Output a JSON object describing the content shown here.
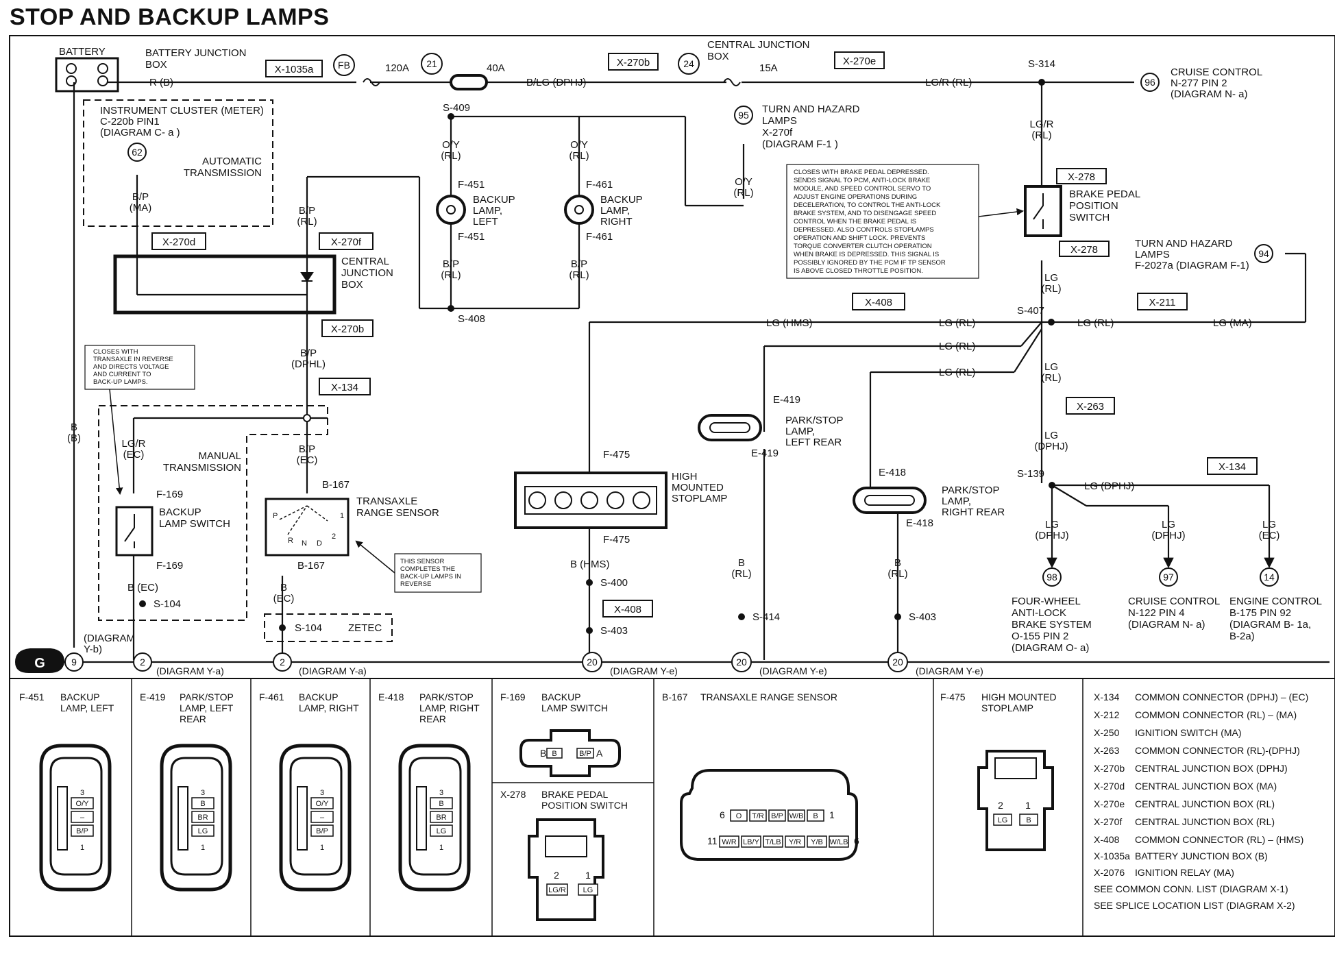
{
  "title": "STOP AND BACKUP LAMPS",
  "top": {
    "battery": "BATTERY",
    "battery_jb": [
      "BATTERY JUNCTION",
      "BOX"
    ],
    "x1035a": "X-1035a",
    "fb": "FB",
    "fuse120": "120A",
    "n21": "21",
    "fuse40": "40A",
    "wire_rb": "R (B)",
    "wire_blg": "B/LG (DPHJ)",
    "x270b_top": "X-270b",
    "n24": "24",
    "cjb": [
      "CENTRAL JUNCTION",
      "BOX"
    ],
    "fuse15": "15A",
    "x270e": "X-270e",
    "wire_lgr": "LG/R (RL)",
    "s314": "S-314",
    "n96": "96",
    "cruise_top": [
      "CRUISE CONTROL",
      "N-277 PIN 2",
      "(DIAGRAM N- a)"
    ]
  },
  "left": {
    "instrument": [
      "INSTRUMENT CLUSTER (METER)",
      "C-220b PIN1",
      "(DIAGRAM C- a )"
    ],
    "n62": "62",
    "automatic": [
      "AUTOMATIC",
      "TRANSMISSION"
    ],
    "bp_ma": [
      "B/P",
      "(MA)"
    ],
    "x270d": "X-270d",
    "bp_rl": [
      "B/P",
      "(RL)"
    ],
    "x270f": "X-270f",
    "cjb_mid": [
      "CENTRAL",
      "JUNCTION",
      "BOX"
    ],
    "x270b_mid": "X-270b",
    "bp_dphl": [
      "B/P",
      "(DPHL)"
    ],
    "x134": "X-134",
    "note_switch": [
      "CLOSES WITH",
      "TRANSAXLE IN REVERSE",
      "AND DIRECTS VOLTAGE",
      "AND CURRENT TO",
      "BACK-UP LAMPS."
    ],
    "lgr_ec": [
      "LG/R",
      "(EC)"
    ],
    "manual": [
      "MANUAL",
      "TRANSMISSION"
    ],
    "bp_ec": [
      "B/P",
      "(EC)"
    ],
    "f169": "F-169",
    "backup_switch": [
      "BACKUP",
      "LAMP SWITCH"
    ],
    "f169b": "F-169",
    "b_ec": "B (EC)",
    "s104": "S-104",
    "b167": "B-167",
    "trs": [
      "TRANSAXLE",
      "RANGE SENSOR"
    ],
    "trs_p": "P",
    "trs_r": "R",
    "trs_n": "N",
    "trs_d": "D",
    "trs_1": "1",
    "trs_2": "2",
    "b167b": "B-167",
    "note_sensor": [
      "THIS SENSOR",
      "COMPLETES THE",
      "BACK-UP LAMPS IN",
      "REVERSE"
    ],
    "b_ec2": [
      "B",
      "(EC)"
    ],
    "s104z": "S-104",
    "zetec": "ZETEC",
    "b_b": [
      "B",
      "(B)"
    ],
    "diag_yb": [
      "(DIAGRAM",
      "Y-b)"
    ]
  },
  "center": {
    "s409": "S-409",
    "oy1": [
      "O/Y",
      "(RL)"
    ],
    "oy2": [
      "O/Y",
      "(RL)"
    ],
    "f451": "F-451",
    "bl_left": [
      "BACKUP",
      "LAMP,",
      "LEFT"
    ],
    "f451b": "F-451",
    "f461": "F-461",
    "bl_right": [
      "BACKUP",
      "LAMP,",
      "RIGHT"
    ],
    "f461b": "F-461",
    "bp_rl1": [
      "B/P",
      "(RL)"
    ],
    "bp_rl2": [
      "B/P",
      "(RL)"
    ],
    "s408": "S-408",
    "n95": "95",
    "turn": [
      "TURN AND HAZARD",
      "LAMPS",
      "X-270f",
      "(DIAGRAM F-1 )"
    ],
    "oy3": [
      "O/Y",
      "(RL)"
    ],
    "note_brake": [
      "CLOSES WITH BRAKE PEDAL DEPRESSED.",
      "SENDS SIGNAL TO PCM, ANTI-LOCK BRAKE",
      "MODULE, AND SPEED CONTROL SERVO TO",
      "ADJUST ENGINE OPERATIONS DURING",
      "DECELERATION, TO CONTROL THE ANTI-LOCK",
      "BRAKE SYSTEM, AND TO DISENGAGE SPEED",
      "CONTROL WHEN THE BRAKE PEDAL IS",
      "DEPRESSED. ALSO CONTROLS STOPLAMPS",
      "OPERATION AND SHIFT LOCK. PREVENTS",
      "TORQUE CONVERTER CLUTCH OPERATION",
      "WHEN BRAKE IS DEPRESSED. THIS SIGNAL IS",
      "POSSIBLY IGNORED BY THE PCM IF TP SENSOR",
      "IS ABOVE CLOSED THROTTLE POSITION."
    ],
    "lg_hms": "LG (HMS)",
    "x408": "X-408",
    "lg_rl_a": "LG (RL)",
    "lg_rl_b": "LG (RL)",
    "lg_rl_c": "LG (RL)",
    "e419": "E-419",
    "park_left": [
      "PARK/STOP",
      "LAMP,",
      "LEFT REAR"
    ],
    "e419b": "E-419",
    "e418": "E-418",
    "park_right": [
      "PARK/STOP",
      "LAMP,",
      "RIGHT REAR"
    ],
    "e418b": "E-418",
    "f475": "F-475",
    "hms": [
      "HIGH",
      "MOUNTED",
      "STOPLAMP"
    ],
    "f475b": "F-475",
    "b_hms": "B (HMS)",
    "s400": "S-400",
    "x408b": "X-408",
    "s403a": "S-403",
    "b_rl1": [
      "B",
      "(RL)"
    ],
    "s414": "S-414",
    "b_rl2": [
      "B",
      "(RL)"
    ],
    "s403b": "S-403"
  },
  "right": {
    "lgr_rl": [
      "LG/R",
      "(RL)"
    ],
    "x278": "X-278",
    "bps": [
      "BRAKE PEDAL",
      "POSITION",
      "SWITCH"
    ],
    "x278b": "X-278",
    "lg_rl_v": [
      "LG",
      "(RL)"
    ],
    "turn2": [
      "TURN AND HAZARD",
      "LAMPS",
      "F-2027a (DIAGRAM F-1)"
    ],
    "n94": "94",
    "s407": "S-407",
    "lg_rl_h": "LG (RL)",
    "x211": "X-211",
    "lg_ma": "LG (MA)",
    "lg_rl_v2": [
      "LG",
      "(RL)"
    ],
    "x263": "X-263",
    "lg_dphj": [
      "LG",
      "(DPHJ)"
    ],
    "s139": "S-139",
    "lg_dphj_h": "LG (DPHJ)",
    "x134b": "X-134",
    "lg_dphj_a": [
      "LG",
      "(DPHJ)"
    ],
    "lg_dphj_b": [
      "LG",
      "(DPHJ)"
    ],
    "lg_ec": [
      "LG",
      "(EC)"
    ],
    "n98": "98",
    "n97": "97",
    "n14": "14",
    "abs": [
      "FOUR-WHEEL",
      "ANTI-LOCK",
      "BRAKE SYSTEM",
      "O-155 PIN 2",
      "(DIAGRAM O- a)"
    ],
    "cruise2": [
      "CRUISE CONTROL",
      "N-122 PIN 4",
      "(DIAGRAM N- a)"
    ],
    "engine": [
      "ENGINE CONTROL",
      "B-175 PIN 92",
      "(DIAGRAM B- 1a,",
      "B-2a)"
    ]
  },
  "ground": {
    "g": "G",
    "n9": "9",
    "n2a": "2",
    "diag_ya1": "(DIAGRAM Y-a)",
    "n2b": "2",
    "diag_ya2": "(DIAGRAM Y-a)",
    "n20a": "20",
    "diag_ye1": "(DIAGRAM Y-e)",
    "n20b": "20",
    "diag_ye2": "(DIAGRAM Y-e)",
    "n20c": "20",
    "diag_ye3": "(DIAGRAM Y-e)"
  },
  "connectors": {
    "f451": {
      "id": "F-451",
      "name": [
        "BACKUP",
        "LAMP, LEFT"
      ],
      "pins": [
        "3",
        "O/Y",
        "–",
        "B/P",
        "1"
      ]
    },
    "e419": {
      "id": "E-419",
      "name": [
        "PARK/STOP",
        "LAMP, LEFT",
        "REAR"
      ],
      "pins": [
        "3",
        "B",
        "BR",
        "LG",
        "1"
      ]
    },
    "f461": {
      "id": "F-461",
      "name": [
        "BACKUP",
        "LAMP, RIGHT"
      ],
      "pins": [
        "3",
        "O/Y",
        "–",
        "B/P",
        "1"
      ]
    },
    "e418": {
      "id": "E-418",
      "name": [
        "PARK/STOP",
        "LAMP, RIGHT",
        "REAR"
      ],
      "pins": [
        "3",
        "B",
        "BR",
        "LG",
        "1"
      ]
    },
    "f169": {
      "id": "F-169",
      "name": [
        "BACKUP",
        "LAMP SWITCH"
      ],
      "pins": [
        "B",
        "B",
        "B/P",
        "A"
      ]
    },
    "x278": {
      "id": "X-278",
      "name": [
        "BRAKE PEDAL",
        "POSITION SWITCH"
      ],
      "pins": [
        "2",
        "1",
        "LG/R",
        "LG"
      ]
    },
    "b167": {
      "id": "B-167",
      "name": "TRANSAXLE RANGE SENSOR",
      "row1": [
        "6",
        "O",
        "T/R",
        "B/P",
        "W/B",
        "B",
        "1"
      ],
      "row2": [
        "11",
        "W/R",
        "LB/Y",
        "T/LB",
        "Y/R",
        "Y/B",
        "W/LB",
        "6"
      ]
    },
    "f475": {
      "id": "F-475",
      "name": [
        "HIGH MOUNTED",
        "STOPLAMP"
      ],
      "pins": [
        "2",
        "1",
        "LG",
        "B"
      ]
    }
  },
  "legend": [
    [
      "X-134",
      "COMMON CONNECTOR (DPHJ) – (EC)"
    ],
    [
      "X-212",
      "COMMON CONNECTOR (RL) – (MA)"
    ],
    [
      "X-250",
      "IGNITION SWITCH (MA)"
    ],
    [
      "X-263",
      "COMMON CONNECTOR (RL)-(DPHJ)"
    ],
    [
      "X-270b",
      "CENTRAL JUNCTION BOX (DPHJ)"
    ],
    [
      "X-270d",
      "CENTRAL JUNCTION BOX (MA)"
    ],
    [
      "X-270e",
      "CENTRAL JUNCTION BOX (RL)"
    ],
    [
      "X-270f",
      "CENTRAL JUNCTION BOX (RL)"
    ],
    [
      "X-408",
      "COMMON CONNECTOR (RL) – (HMS)"
    ],
    [
      "X-1035a",
      "BATTERY JUNCTION BOX (B)"
    ],
    [
      "X-2076",
      "IGNITION RELAY (MA)"
    ],
    [
      "SEE COMMON CONN. LIST (DIAGRAM X-1)"
    ],
    [
      "SEE SPLICE LOCATION LIST (DIAGRAM X-2)"
    ]
  ]
}
